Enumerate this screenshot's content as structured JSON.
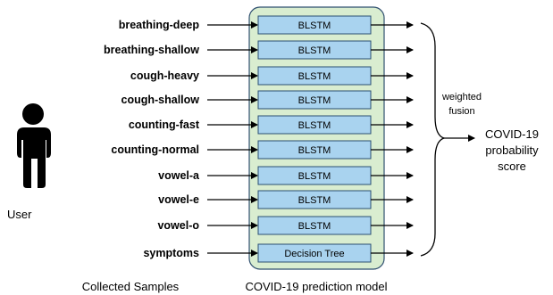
{
  "user_label": "User",
  "inputs": [
    {
      "label": "breathing-deep",
      "model": "BLSTM"
    },
    {
      "label": "breathing-shallow",
      "model": "BLSTM"
    },
    {
      "label": "cough-heavy",
      "model": "BLSTM"
    },
    {
      "label": "cough-shallow",
      "model": "BLSTM"
    },
    {
      "label": "counting-fast",
      "model": "BLSTM"
    },
    {
      "label": "counting-normal",
      "model": "BLSTM"
    },
    {
      "label": "vowel-a",
      "model": "BLSTM"
    },
    {
      "label": "vowel-e",
      "model": "BLSTM"
    },
    {
      "label": "vowel-o",
      "model": "BLSTM"
    },
    {
      "label": "symptoms",
      "model": "Decision Tree"
    }
  ],
  "fusion_label": [
    "weighted",
    "fusion"
  ],
  "output_label": [
    "COVID-19",
    "probability",
    "score"
  ],
  "captions": {
    "collected": "Collected Samples",
    "model": "COVID-19 prediction model"
  },
  "colors": {
    "panel_fill": "#d9edd0",
    "panel_stroke": "#2f4f6f",
    "box_fill": "#a9d3ef",
    "box_stroke": "#2a4f72",
    "line": "#000000"
  },
  "icons": {
    "user": "person-icon"
  }
}
